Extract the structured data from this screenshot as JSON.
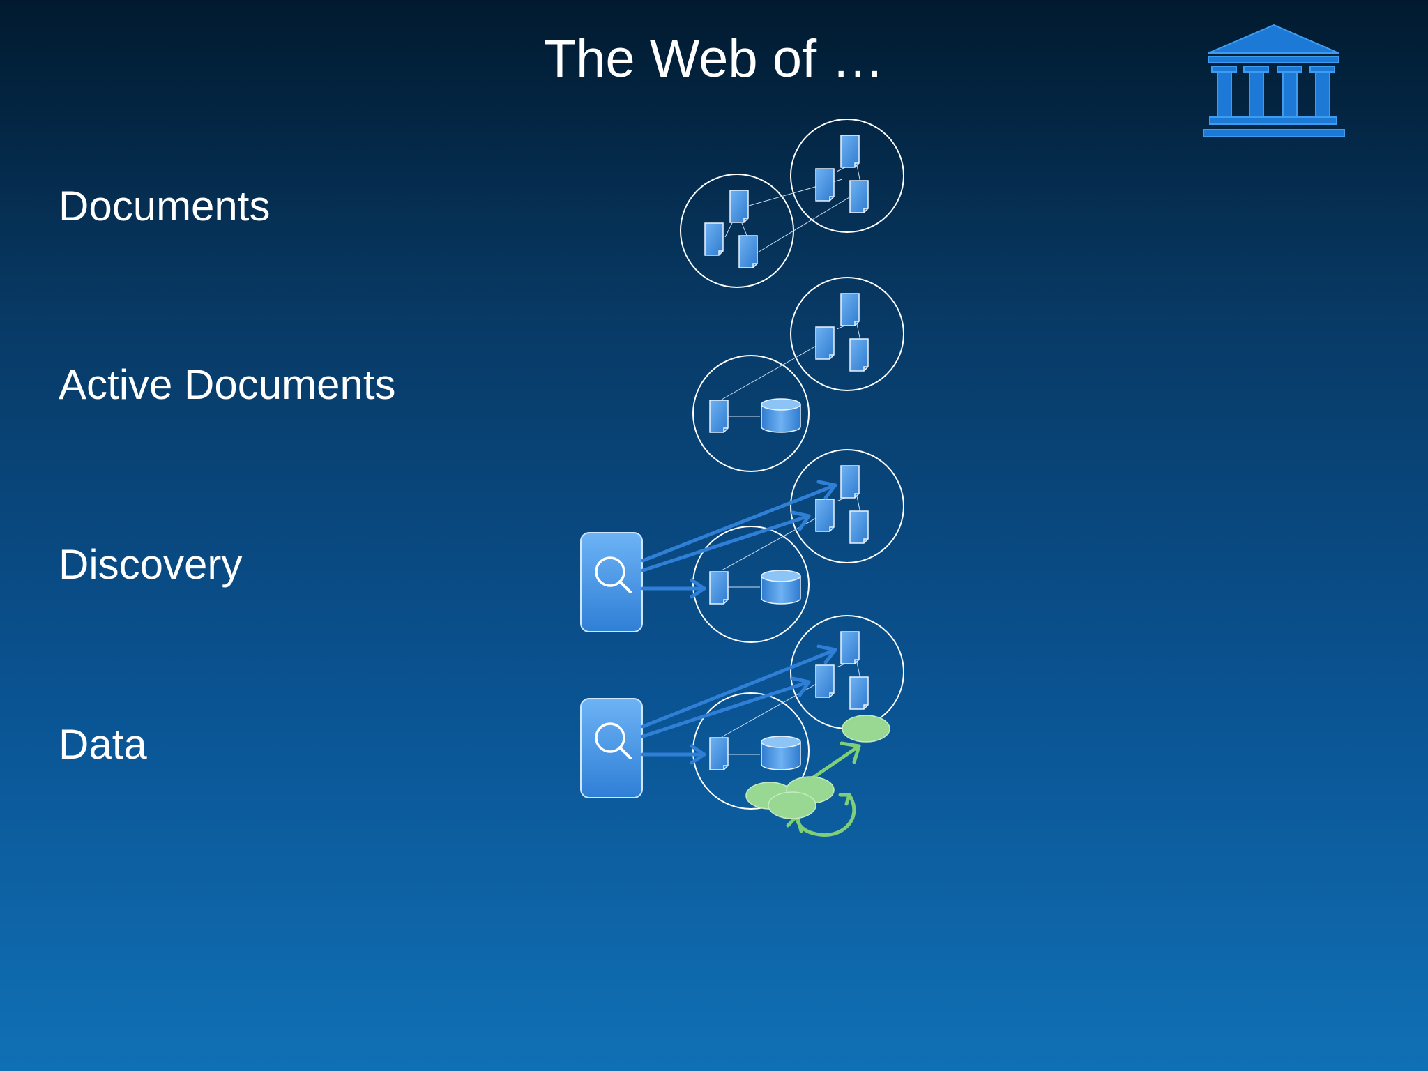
{
  "slide": {
    "title": "The Web of …",
    "rows": [
      {
        "label": "Documents"
      },
      {
        "label": "Active Documents"
      },
      {
        "label": "Discovery"
      },
      {
        "label": "Data"
      }
    ],
    "logo_icon": "institution-building-icon",
    "search_icon": "magnifier-icon"
  },
  "colors": {
    "doc_blue": "#3b8fe0",
    "arrow_blue": "#2f7fd6",
    "data_green": "#8fd48a",
    "circle_stroke": "#ffffff"
  }
}
